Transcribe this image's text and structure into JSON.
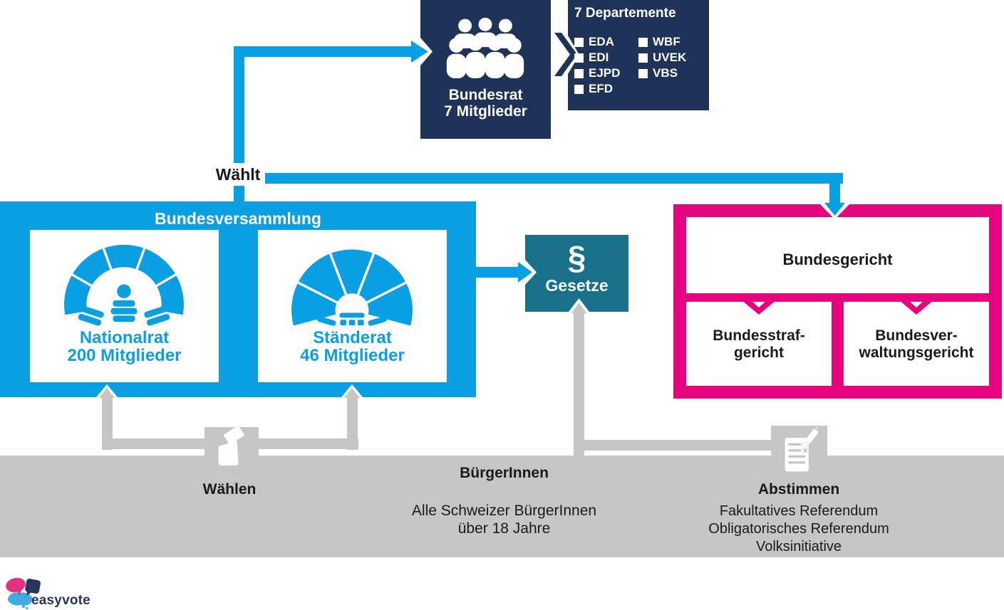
{
  "colors": {
    "blue": "#0a9fe2",
    "navy": "#1e3357",
    "pink": "#e5047e",
    "teal": "#187089",
    "gray": "#c6c6c6"
  },
  "bundesrat": {
    "title": "Bundesrat",
    "subtitle": "7 Mitglieder"
  },
  "departemente": {
    "title": "7 Departemente",
    "col1": [
      "EDA",
      "EDI",
      "EJPD",
      "EFD"
    ],
    "col2": [
      "WBF",
      "UVEK",
      "VBS"
    ]
  },
  "waehlt_label": "Wählt",
  "bundesversammlung": {
    "title": "Bundesversammlung",
    "nationalrat": {
      "title": "Nationalrat",
      "subtitle": "200 Mitglieder"
    },
    "staenderat": {
      "title": "Ständerat",
      "subtitle": "46 Mitglieder"
    }
  },
  "gesetze": {
    "symbol": "§",
    "label": "Gesetze"
  },
  "courts": {
    "main": "Bundesgericht",
    "criminal_line1": "Bundesstraf-",
    "criminal_line2": "gericht",
    "administrative_line1": "Bundesver-",
    "administrative_line2": "waltungsgericht"
  },
  "citizens": {
    "title": "BürgerInnen",
    "line1": "Alle Schweizer BürgerInnen",
    "line2": "über 18 Jahre",
    "waehlen": "Wählen",
    "abstimmen": "Abstimmen",
    "abstimmen_items": [
      "Fakultatives Referendum",
      "Obligatorisches Referendum",
      "Volksinitiative"
    ]
  },
  "logo": {
    "text": "easyvote"
  }
}
